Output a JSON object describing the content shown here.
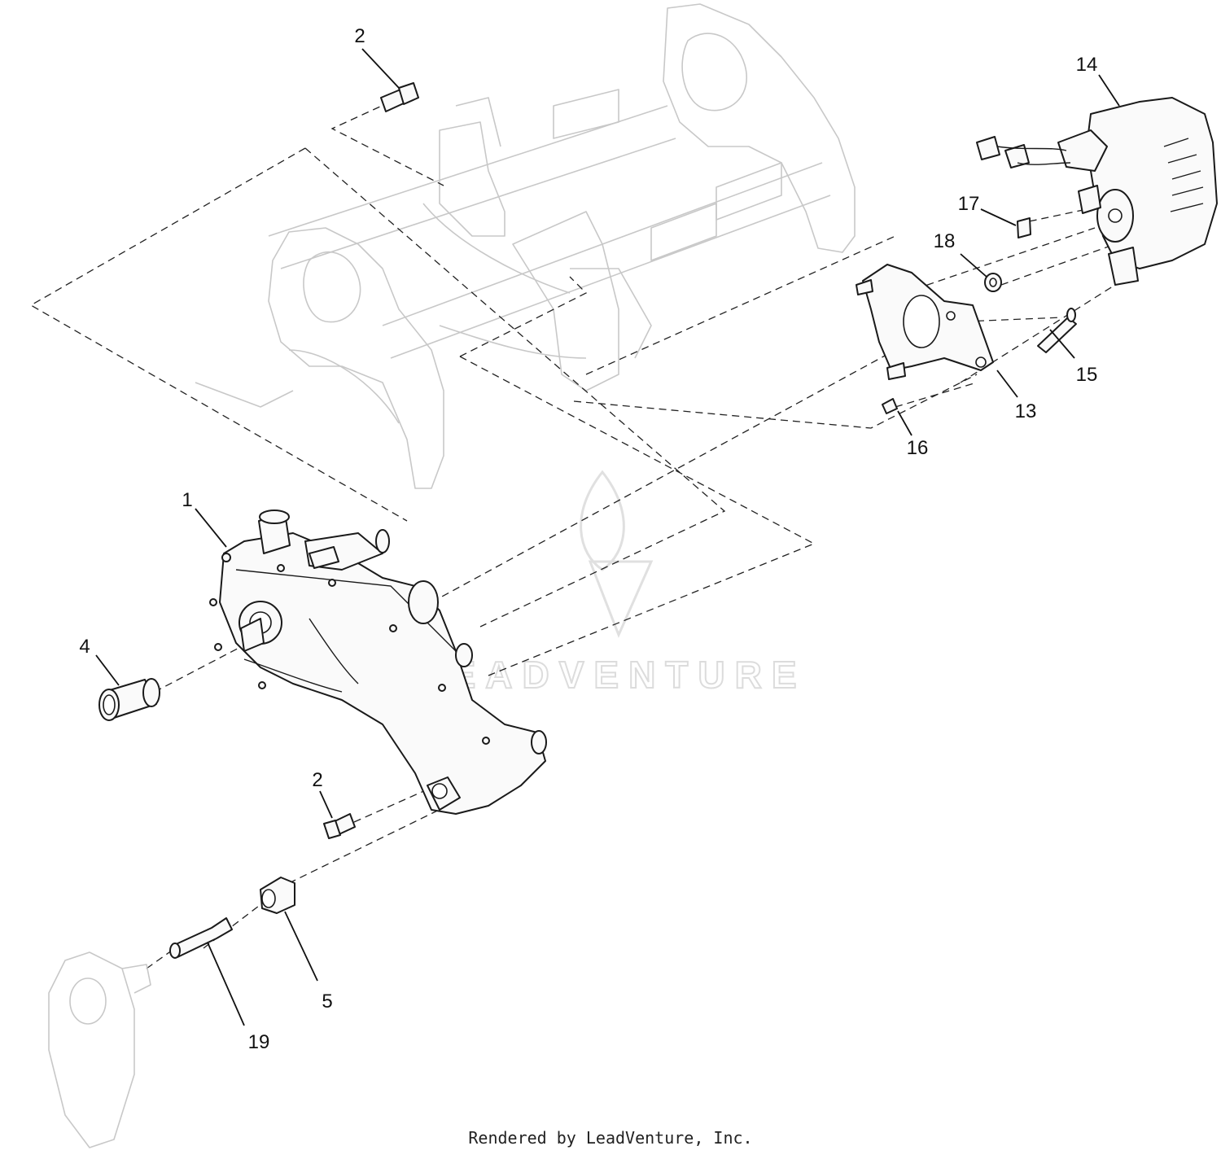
{
  "callouts": [
    {
      "id": "c1",
      "label": "1"
    },
    {
      "id": "c2a",
      "label": "2"
    },
    {
      "id": "c2b",
      "label": "2"
    },
    {
      "id": "c4",
      "label": "4"
    },
    {
      "id": "c5",
      "label": "5"
    },
    {
      "id": "c13",
      "label": "13"
    },
    {
      "id": "c14",
      "label": "14"
    },
    {
      "id": "c15",
      "label": "15"
    },
    {
      "id": "c16",
      "label": "16"
    },
    {
      "id": "c17",
      "label": "17"
    },
    {
      "id": "c18",
      "label": "18"
    },
    {
      "id": "c19",
      "label": "19"
    }
  ],
  "watermark": {
    "brand": "LEADVENTURE"
  },
  "footer": {
    "text": "Rendered by LeadVenture, Inc."
  }
}
